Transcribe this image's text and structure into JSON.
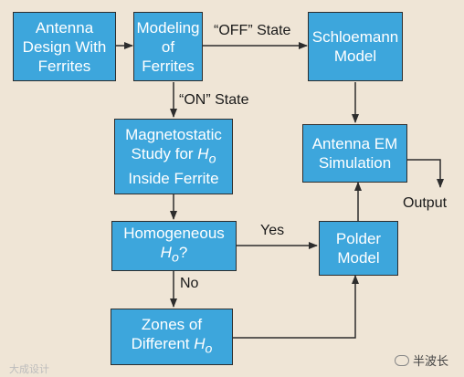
{
  "boxes": {
    "antenna_design": {
      "lines": [
        "Antenna",
        "Design With",
        "Ferrites"
      ]
    },
    "modeling": {
      "lines": [
        "Modeling",
        "of",
        "Ferrites"
      ]
    },
    "schloemann": {
      "lines": [
        "Schloemann",
        "Model"
      ]
    },
    "magnetostatic": {
      "line1": "Magnetostatic",
      "line2": "Study for ",
      "line2_var": "H",
      "line2_sub": "o",
      "line3": "Inside Ferrite"
    },
    "em_sim": {
      "lines": [
        "Antenna EM",
        "Simulation"
      ]
    },
    "homogeneous": {
      "line1": "Homogeneous",
      "var": "H",
      "sub": "o",
      "suffix": "?"
    },
    "polder": {
      "lines": [
        "Polder",
        "Model"
      ]
    },
    "zones": {
      "line1": "Zones of",
      "line2": "Different ",
      "var": "H",
      "sub": "o"
    }
  },
  "labels": {
    "off_state": "“OFF” State",
    "on_state": "“ON” State",
    "yes": "Yes",
    "no": "No",
    "output": "Output"
  },
  "watermarks": {
    "left": "大成设计",
    "right": "半波长"
  },
  "colors": {
    "box_fill": "#3da6dc",
    "background": "#efe5d6",
    "arrow": "#2d2d2d"
  }
}
